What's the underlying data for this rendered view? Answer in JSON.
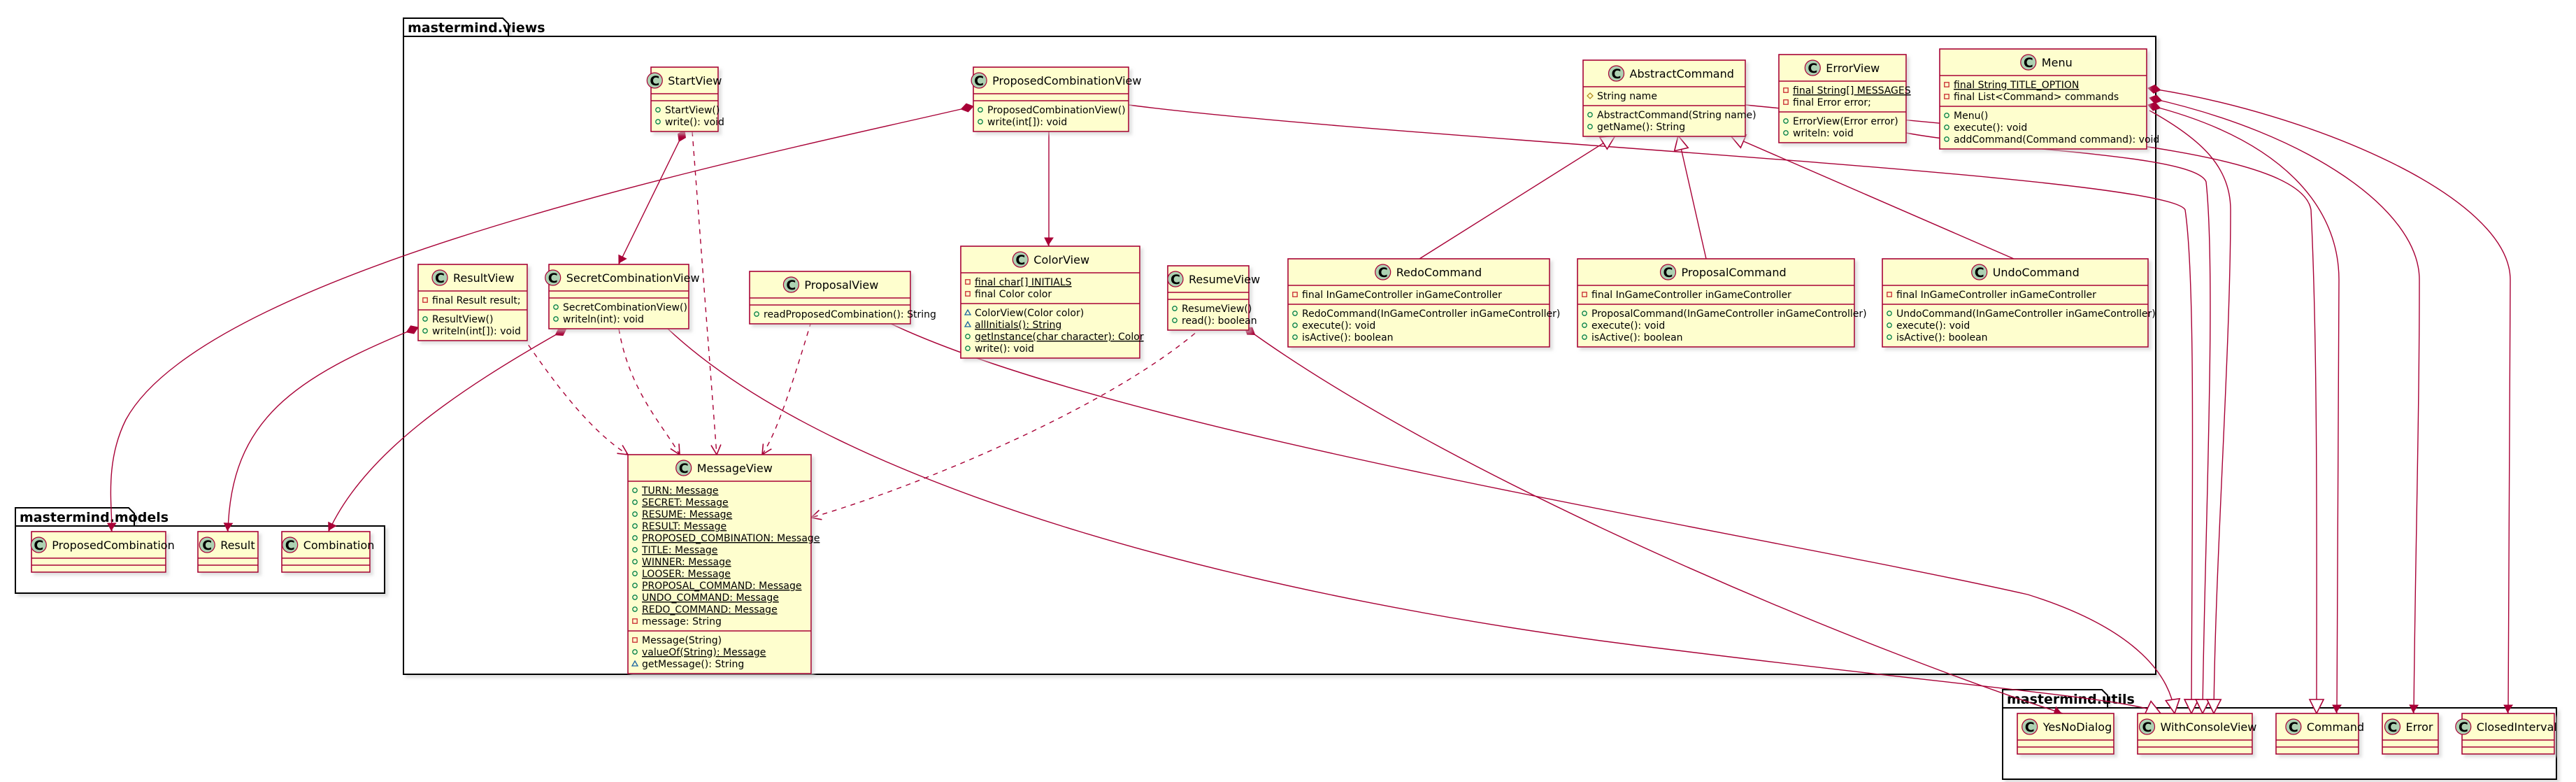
{
  "packages": {
    "views": "mastermind.views",
    "models": "mastermind.models",
    "utils": "mastermind.utils"
  },
  "class_marker": "C",
  "classes": {
    "StartView": {
      "name": "StartView",
      "fields": [],
      "methods": [
        {
          "vis": "+",
          "text": "StartView()"
        },
        {
          "vis": "+",
          "text": "write(): void"
        }
      ]
    },
    "ProposedCombinationView": {
      "name": "ProposedCombinationView",
      "fields": [],
      "methods": [
        {
          "vis": "+",
          "text": "ProposedCombinationView()"
        },
        {
          "vis": "+",
          "text": "write(int[]): void"
        }
      ]
    },
    "AbstractCommand": {
      "name": "AbstractCommand",
      "fields": [
        {
          "vis": "#",
          "text": "String name"
        }
      ],
      "methods": [
        {
          "vis": "+",
          "text": "AbstractCommand(String name)"
        },
        {
          "vis": "+",
          "text": "getName(): String"
        }
      ]
    },
    "ErrorView": {
      "name": "ErrorView",
      "fields": [
        {
          "vis": "-",
          "text": "final String[] MESSAGES",
          "u": true
        },
        {
          "vis": "-",
          "text": "final Error error;"
        }
      ],
      "methods": [
        {
          "vis": "+",
          "text": "ErrorView(Error error)"
        },
        {
          "vis": "+",
          "text": "writeln: void"
        }
      ]
    },
    "Menu": {
      "name": "Menu",
      "fields": [
        {
          "vis": "-",
          "text": "final String TITLE_OPTION",
          "u": true
        },
        {
          "vis": "-",
          "text": "final List<Command> commands"
        }
      ],
      "methods": [
        {
          "vis": "+",
          "text": "Menu()"
        },
        {
          "vis": "+",
          "text": "execute(): void"
        },
        {
          "vis": "+",
          "text": "addCommand(Command command): void"
        }
      ]
    },
    "ResultView": {
      "name": "ResultView",
      "fields": [
        {
          "vis": "-",
          "text": "final Result result;"
        }
      ],
      "methods": [
        {
          "vis": "+",
          "text": "ResultView()"
        },
        {
          "vis": "+",
          "text": "writeln(int[]): void"
        }
      ]
    },
    "SecretCombinationView": {
      "name": "SecretCombinationView",
      "fields": [],
      "methods": [
        {
          "vis": "+",
          "text": "SecretCombinationView()"
        },
        {
          "vis": "+",
          "text": "writeln(int): void"
        }
      ]
    },
    "ProposalView": {
      "name": "ProposalView",
      "fields": [],
      "methods": [
        {
          "vis": "+",
          "text": "readProposedCombination(): String"
        }
      ]
    },
    "ColorView": {
      "name": "ColorView",
      "fields": [
        {
          "vis": "-",
          "text": "final char[] INITIALS",
          "u": true
        },
        {
          "vis": "-",
          "text": "final Color color"
        }
      ],
      "methods": [
        {
          "vis": "~",
          "text": "ColorView(Color color)"
        },
        {
          "vis": "~",
          "text": "allInitials(): String",
          "u": true
        },
        {
          "vis": "+",
          "text": "getInstance(char character): Color",
          "u": true
        },
        {
          "vis": "+",
          "text": "write(): void"
        }
      ]
    },
    "ResumeView": {
      "name": "ResumeView",
      "fields": [],
      "methods": [
        {
          "vis": "+",
          "text": "ResumeView()"
        },
        {
          "vis": "+",
          "text": "read(): boolean"
        }
      ]
    },
    "RedoCommand": {
      "name": "RedoCommand",
      "fields": [
        {
          "vis": "-",
          "text": "final InGameController inGameController"
        }
      ],
      "methods": [
        {
          "vis": "+",
          "text": "RedoCommand(InGameController inGameController)"
        },
        {
          "vis": "+",
          "text": "execute(): void"
        },
        {
          "vis": "+",
          "text": "isActive(): boolean"
        }
      ]
    },
    "ProposalCommand": {
      "name": "ProposalCommand",
      "fields": [
        {
          "vis": "-",
          "text": "final InGameController inGameController"
        }
      ],
      "methods": [
        {
          "vis": "+",
          "text": "ProposalCommand(InGameController inGameController)"
        },
        {
          "vis": "+",
          "text": "execute(): void"
        },
        {
          "vis": "+",
          "text": "isActive(): boolean"
        }
      ]
    },
    "UndoCommand": {
      "name": "UndoCommand",
      "fields": [
        {
          "vis": "-",
          "text": "final InGameController inGameController"
        }
      ],
      "methods": [
        {
          "vis": "+",
          "text": "UndoCommand(InGameController inGameController)"
        },
        {
          "vis": "+",
          "text": "execute(): void"
        },
        {
          "vis": "+",
          "text": "isActive(): boolean"
        }
      ]
    },
    "MessageView": {
      "name": "MessageView",
      "fields": [
        {
          "vis": "+",
          "text": "TURN: Message",
          "u": true
        },
        {
          "vis": "+",
          "text": "SECRET: Message",
          "u": true
        },
        {
          "vis": "+",
          "text": "RESUME: Message",
          "u": true
        },
        {
          "vis": "+",
          "text": "RESULT: Message",
          "u": true
        },
        {
          "vis": "+",
          "text": "PROPOSED_COMBINATION: Message",
          "u": true
        },
        {
          "vis": "+",
          "text": "TITLE: Message",
          "u": true
        },
        {
          "vis": "+",
          "text": "WINNER: Message",
          "u": true
        },
        {
          "vis": "+",
          "text": "LOOSER: Message",
          "u": true
        },
        {
          "vis": "+",
          "text": "PROPOSAL_COMMAND: Message",
          "u": true
        },
        {
          "vis": "+",
          "text": "UNDO_COMMAND: Message",
          "u": true
        },
        {
          "vis": "+",
          "text": "REDO_COMMAND: Message",
          "u": true
        },
        {
          "vis": "-",
          "text": "message: String"
        }
      ],
      "methods": [
        {
          "vis": "-",
          "text": "Message(String)"
        },
        {
          "vis": "+",
          "text": "valueOf(String): Message",
          "u": true
        },
        {
          "vis": "~",
          "text": "getMessage(): String"
        }
      ]
    },
    "ProposedCombination": {
      "name": "ProposedCombination",
      "fields": [],
      "methods": []
    },
    "Result": {
      "name": "Result",
      "fields": [],
      "methods": []
    },
    "Combination": {
      "name": "Combination",
      "fields": [],
      "methods": []
    },
    "YesNoDialog": {
      "name": "YesNoDialog",
      "fields": [],
      "methods": []
    },
    "WithConsoleView": {
      "name": "WithConsoleView",
      "fields": [],
      "methods": []
    },
    "Command": {
      "name": "Command",
      "fields": [],
      "methods": []
    },
    "Error": {
      "name": "Error",
      "fields": [],
      "methods": []
    },
    "ClosedInterval": {
      "name": "ClosedInterval",
      "fields": [],
      "methods": []
    }
  },
  "colors": {
    "class_fill": "#FEFECE",
    "class_border": "#A80036",
    "marker_fill": "#ADD1B2",
    "edge": "#A80036",
    "package_fill": "#FFFFFF",
    "package_border": "#000000"
  }
}
